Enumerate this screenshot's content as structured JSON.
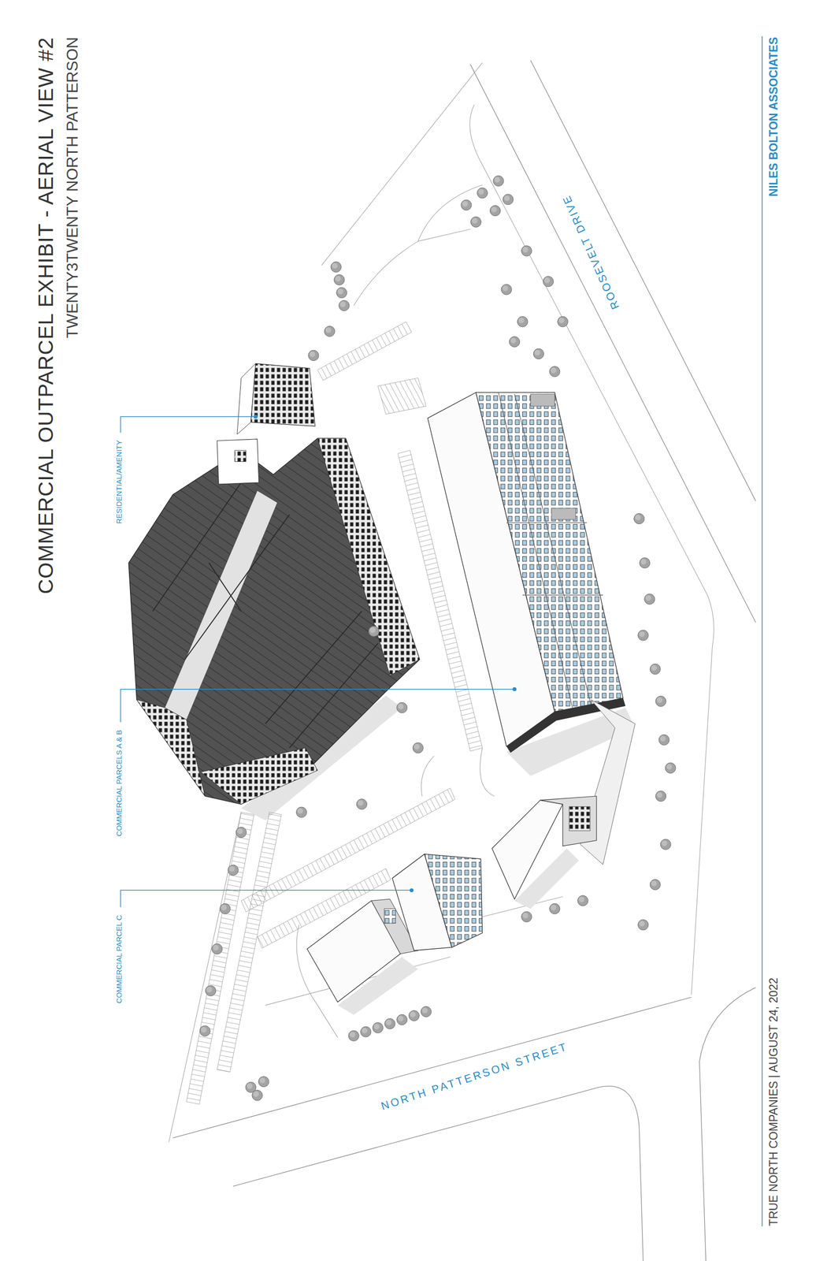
{
  "diagram": {
    "title": "COMMERCIAL OUTPARCEL EXHIBIT - AERIAL VIEW #2",
    "labels": [
      "TWENTY3TWENTY NORTH PATTERSON",
      "RESIDENTIAL/AMENITY",
      "COMMERCIAL PARCELS A & B",
      "COMMERCIAL PARCEL C",
      "ROOSEVELT DRIVE",
      "NORTH PATTERSON STREET",
      "TRUE NORTH COMPANIES | AUGUST 24, 2022",
      "NILES BOLTON ASSOCIATES"
    ]
  }
}
